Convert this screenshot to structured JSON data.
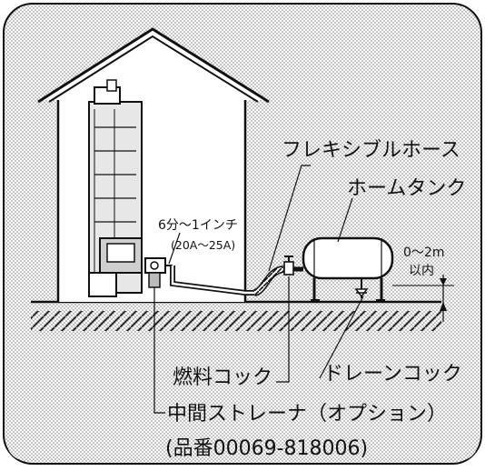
{
  "labels": {
    "flexible_hose": "フレキシブルホース",
    "home_tank": "ホームタンク",
    "pipe_size": "6分～1インチ",
    "pipe_size_amp": "(20A～25A)",
    "height_range": "0～2m",
    "height_within": "以内",
    "fuel_cock": "燃料コック",
    "drain_cock": "ドレーンコック",
    "strainer": "中間ストレーナ（オプション）",
    "part_number": "(品番00069-818006)"
  },
  "colors": {
    "line": "#111111",
    "panel": "#ffffff",
    "background_halftone": "#bdbdbd"
  }
}
